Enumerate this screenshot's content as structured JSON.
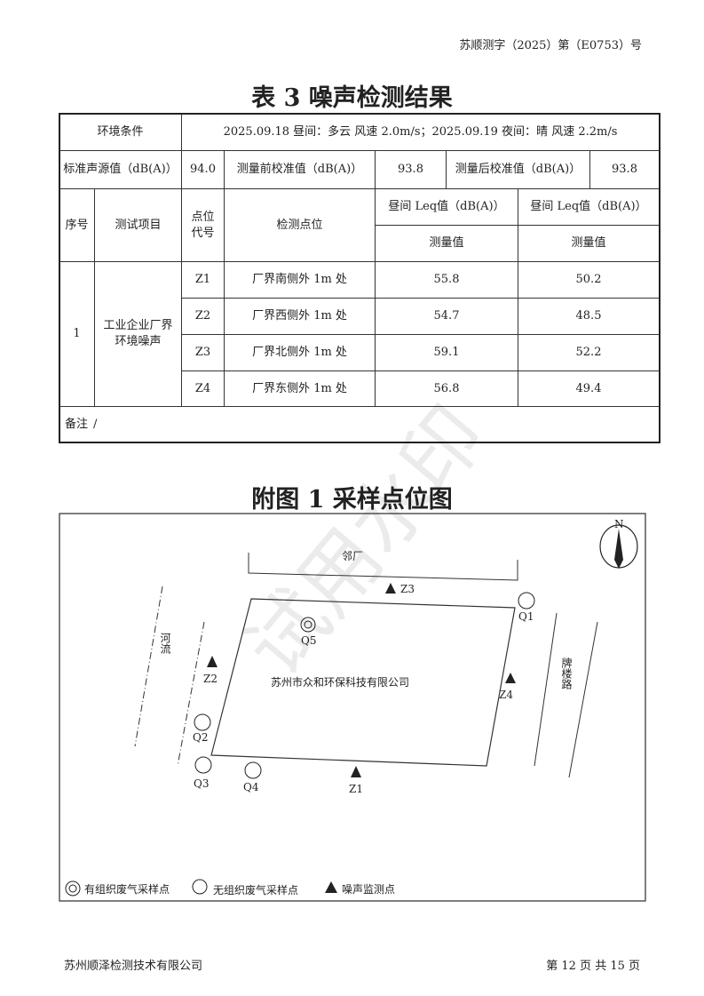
{
  "header": {
    "doc_number": "苏顺测字（2025）第（E0753）号"
  },
  "table_title": "表 3 噪声检测结果",
  "table": {
    "env_label": "环境条件",
    "env_value": "2025.09.18 昼间：多云 风速 2.0m/s；2025.09.19 夜间：晴 风速 2.2m/s",
    "std_label": "标准声源值（dB(A)）",
    "std_value": "94.0",
    "pre_label": "测量前校准值（dB(A)）",
    "pre_value": "93.8",
    "post_label": "测量后校准值（dB(A)）",
    "post_value": "93.8",
    "col_no": "序号",
    "col_item": "测试项目",
    "col_code": "点位代号",
    "col_loc": "检测点位",
    "col_day": "昼间 Leq值（dB(A)）",
    "col_night": "昼间 Leq值（dB(A)）",
    "col_measured": "测量值",
    "no": "1",
    "item": "工业企业厂界环境噪声",
    "rows": [
      {
        "code": "Z1",
        "loc": "厂界南侧外 1m 处",
        "day": "55.8",
        "night": "50.2"
      },
      {
        "code": "Z2",
        "loc": "厂界西侧外 1m 处",
        "day": "54.7",
        "night": "48.5"
      },
      {
        "code": "Z3",
        "loc": "厂界北侧外 1m 处",
        "day": "59.1",
        "night": "52.2"
      },
      {
        "code": "Z4",
        "loc": "厂界东侧外 1m 处",
        "day": "56.8",
        "night": "49.4"
      }
    ],
    "remark_label": "备注",
    "remark_value": "/"
  },
  "figure_title": "附图 1 采样点位图",
  "map": {
    "north": "N",
    "neighbor": "邻厂",
    "river": "河流",
    "road": "牌楼路",
    "company": "苏州市众和环保科技有限公司",
    "points": {
      "Q1": "Q1",
      "Q2": "Q2",
      "Q3": "Q3",
      "Q4": "Q4",
      "Q5": "Q5",
      "Z1": "Z1",
      "Z2": "Z2",
      "Z3": "Z3",
      "Z4": "Z4"
    },
    "legend": {
      "organized": "有组织废气采样点",
      "unorganized": "无组织废气采样点",
      "noise": "噪声监测点"
    }
  },
  "watermark": "试用水印",
  "footer": {
    "company": "苏州顺泽检测技术有限公司",
    "page": "第 12 页 共 15 页"
  }
}
